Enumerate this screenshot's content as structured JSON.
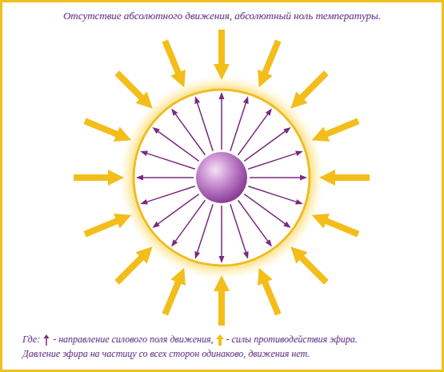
{
  "diagram": {
    "title": "Отсутствие абсолютного движения, абсолютный ноль температуры.",
    "labels": [
      "Где:",
      "Давление эфира на частицу со всех сторон одинаково, движения нет."
    ],
    "legend": [
      {
        "text": "- направление силового поля движения,"
      },
      {
        "text": "- силы противодействия эфира."
      }
    ]
  }
}
